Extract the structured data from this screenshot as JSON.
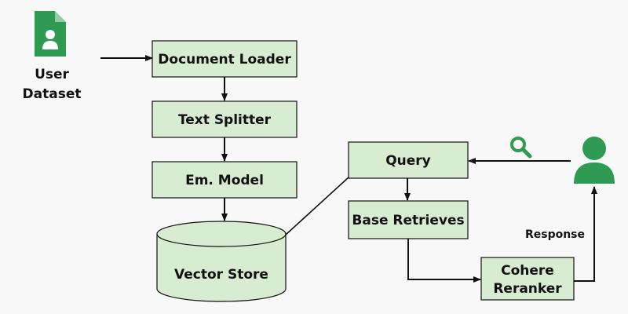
{
  "colors": {
    "box_fill": "#d7ecd0",
    "box_stroke": "#111111",
    "icon_green": "#2e9a52",
    "background": "#f8f8f8"
  },
  "user_dataset": {
    "line1": "User",
    "line2": "Dataset",
    "icon": "document-user-icon"
  },
  "pipeline": {
    "document_loader": "Document Loader",
    "text_splitter": "Text Splitter",
    "embedding_model": "Em. Model",
    "vector_store": "Vector Store"
  },
  "retrieval": {
    "query": "Query",
    "base_retriever": "Base Retrieves",
    "reranker_line1": "Cohere",
    "reranker_line2": "Reranker"
  },
  "user": {
    "icon": "user-icon",
    "search_icon": "search-icon",
    "response_label": "Response"
  }
}
